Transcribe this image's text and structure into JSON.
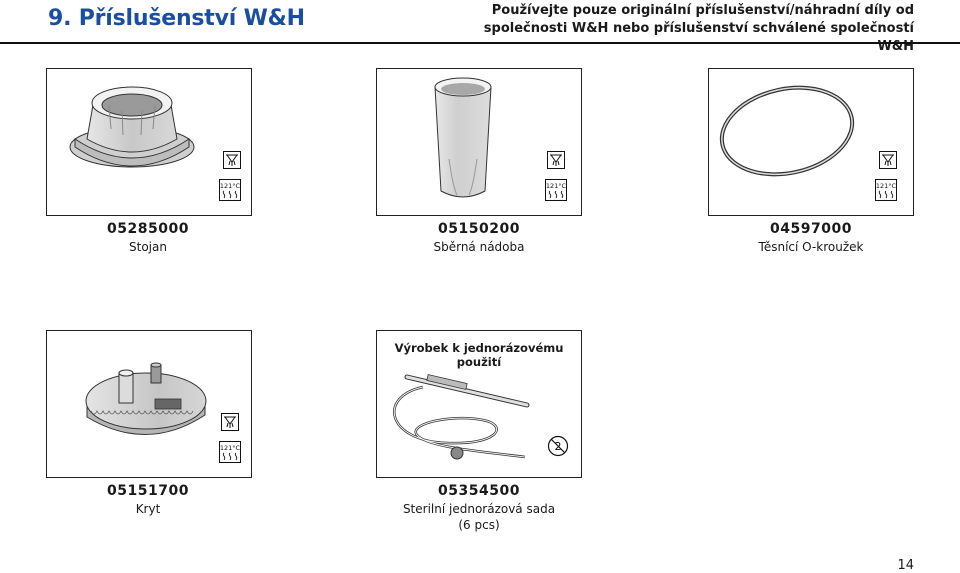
{
  "header": {
    "title": "9. Příslušenství W&H",
    "notice_line1": "Používejte pouze originální příslušenství/náhradní díly od",
    "notice_line2": "společnosti W&H nebo příslušenství schválené společností W&H"
  },
  "items": [
    {
      "code": "05285000",
      "desc": "Stojan",
      "icons": [
        "thermo-washer-icon",
        "sterilize-121c-icon"
      ]
    },
    {
      "code": "05150200",
      "desc": "Sběrná nádoba",
      "icons": [
        "thermo-washer-icon",
        "sterilize-121c-icon"
      ]
    },
    {
      "code": "04597000",
      "desc": "Těsnící O-kroužek",
      "icons": [
        "thermo-washer-icon",
        "sterilize-121c-icon"
      ]
    },
    {
      "code": "05151700",
      "desc": "Kryt",
      "icons": [
        "thermo-washer-icon",
        "sterilize-121c-icon"
      ]
    },
    {
      "code": "05354500",
      "desc_line1": "Sterilní jednorázová sada",
      "desc_line2": "(6 pcs)",
      "box_label": "Výrobek k jednorázovému použití",
      "icons": [
        "do-not-reuse-icon"
      ]
    }
  ],
  "sterilize_temp": "121°C",
  "page_number": "14"
}
